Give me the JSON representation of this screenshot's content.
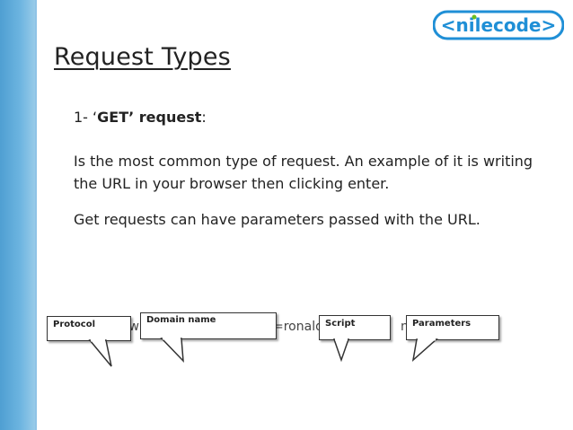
{
  "logo_text": "<nilecode>",
  "title": "Request Types",
  "item1_prefix": "1- ‘",
  "item1_bold": "GET’ request",
  "item1_suffix": ":",
  "para1": "Is the most common type of request. An example of it is writing the URL in your browser then clicking enter.",
  "para2": "Get requests can have parameters passed with the URL.",
  "url_fragments": {
    "a": "ww",
    "b": "=ronald",
    "c": "n"
  },
  "callouts": {
    "protocol": "Protocol",
    "domain": "Domain name",
    "script": "Script",
    "parameters": "Parameters"
  },
  "colors": {
    "sidebar": "#5ba7d8",
    "logo_blue": "#1f8fd6",
    "logo_green": "#6cbf1e"
  }
}
